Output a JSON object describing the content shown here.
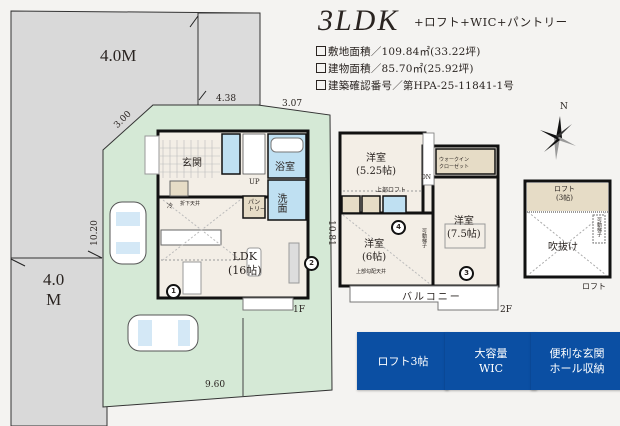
{
  "header": {
    "layout": "3LDK",
    "extras": "+ロフト+WIC+パントリー",
    "specs": [
      {
        "label": "敷地面積",
        "value": "109.84㎡(33.22坪)"
      },
      {
        "label": "建物面積",
        "value": "85.70㎡(25.92坪)"
      },
      {
        "label": "建築確認番号",
        "value": "第HPA-25-11841-1号"
      }
    ]
  },
  "site": {
    "roads": [
      {
        "id": "road-north",
        "label": "4.0M"
      },
      {
        "id": "road-west",
        "label_line1": "4.0",
        "label_line2": "M"
      }
    ],
    "dimensions": {
      "d300": "3.00",
      "d438": "4.38",
      "d307": "3.07",
      "d1020": "10.20",
      "d1081": "10.81",
      "d960": "9.60"
    },
    "colors": {
      "road": "#d9d9d9",
      "lot": "#d5e9d6",
      "wall": "#111111",
      "wet": "#bfe0f2",
      "storage": "#e6dcc6",
      "floor": "#f3eee6"
    }
  },
  "floor1": {
    "label": "1F",
    "rooms": {
      "entrance": "玄関",
      "bath": "浴室",
      "wash": "洗面",
      "pantry_line1": "パン",
      "pantry_line2": "トリー",
      "up": "UP",
      "fridge": "冷",
      "ceiling_note": "折下天井",
      "ldk": "LDK",
      "ldk_size": "(16帖)"
    },
    "markers": [
      "1",
      "2"
    ]
  },
  "floor2": {
    "label": "2F",
    "rooms": {
      "room1": "洋室",
      "room1_size": "(5.25帖)",
      "wic_line1": "ウォークイン",
      "wic_line2": "クローゼット",
      "dn": "DN",
      "loft_above": "上部ロフト",
      "room2": "洋室",
      "room2_size": "(6帖)",
      "room2_note": "上部勾配天井",
      "room3": "洋室",
      "room3_size": "(7.5帖)",
      "ladder": "可動梯子",
      "balcony": "バルコニー"
    },
    "markers": [
      "3",
      "4"
    ]
  },
  "loft": {
    "label": "ロフト",
    "room": "ロフト",
    "room_size": "(3帖)",
    "void": "吹抜け",
    "ladder": "可動梯子",
    "compass": "N"
  },
  "features": [
    {
      "line1": "ロフト3帖",
      "line2": ""
    },
    {
      "line1": "大容量",
      "line2": "WIC"
    },
    {
      "line1": "便利な玄関",
      "line2": "ホール収納"
    }
  ]
}
